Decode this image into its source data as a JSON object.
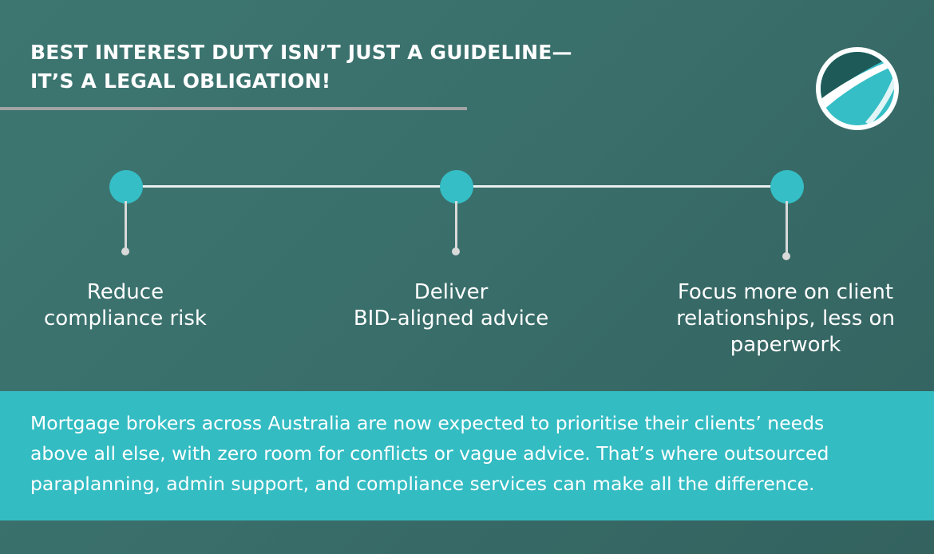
{
  "header": {
    "title_line1": "BEST INTEREST DUTY ISN’T JUST A GUIDELINE—",
    "title_line2": "IT’S A LEGAL OBLIGATION!"
  },
  "logo": {
    "icon": "swoosh-globe-logo-icon",
    "colors": {
      "dark": "#1d5a58",
      "light": "#35bec5",
      "ring": "#ffffff"
    }
  },
  "timeline": {
    "steps": [
      {
        "lines": [
          "Reduce",
          "compliance risk"
        ]
      },
      {
        "lines": [
          "Deliver",
          "BID-aligned advice"
        ]
      },
      {
        "lines": [
          "Focus more on client",
          "relationships, less on",
          "paperwork"
        ]
      }
    ]
  },
  "banner": {
    "lines": [
      "Mortgage brokers across Australia are now expected to prioritise their clients’ needs",
      "above all else, with zero room for conflicts or vague advice. That’s where outsourced",
      "paraplanning, admin support, and compliance services can make all the difference."
    ]
  },
  "colors": {
    "background": "#3a716d",
    "accent": "#35bec5",
    "rule": "#a2a4a4",
    "text": "#ffffff"
  }
}
